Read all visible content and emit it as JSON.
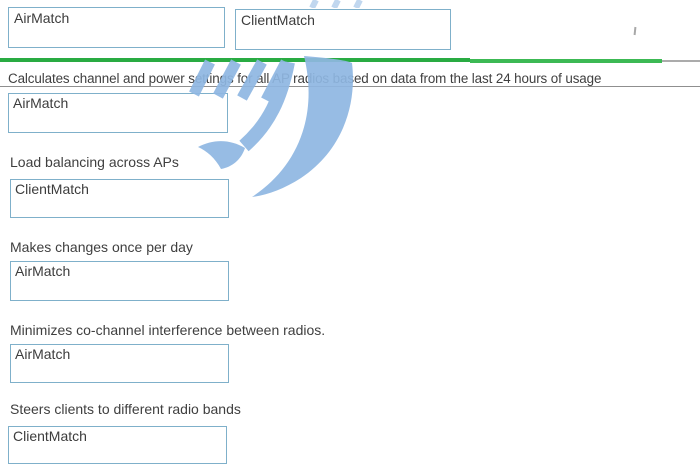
{
  "palette": {
    "box_border": "#7fb0ca",
    "text": "#3f3f3f",
    "progress_green_dark": "#29ab42",
    "progress_green_light": "#3cb954",
    "progress_gray_tail": "#ababab",
    "divider_line": "#8f8f8f",
    "watermark_blue": "#8fb7e2"
  },
  "options": [
    {
      "label": "AirMatch"
    },
    {
      "label": "ClientMatch"
    }
  ],
  "stray_mark": "'",
  "rows": [
    {
      "statement": "Calculates channel and power settings for all AP radios based on data from the last 24 hours of usage",
      "answer": "AirMatch"
    },
    {
      "statement": "Load balancing across APs",
      "answer": "ClientMatch"
    },
    {
      "statement": "Makes changes once per day",
      "answer": "AirMatch"
    },
    {
      "statement": "Minimizes co-channel interference between radios.",
      "answer": "AirMatch"
    },
    {
      "statement": "Steers clients to different radio bands",
      "answer": "ClientMatch"
    }
  ],
  "watermark_icon": "blue-swoosh-logo"
}
